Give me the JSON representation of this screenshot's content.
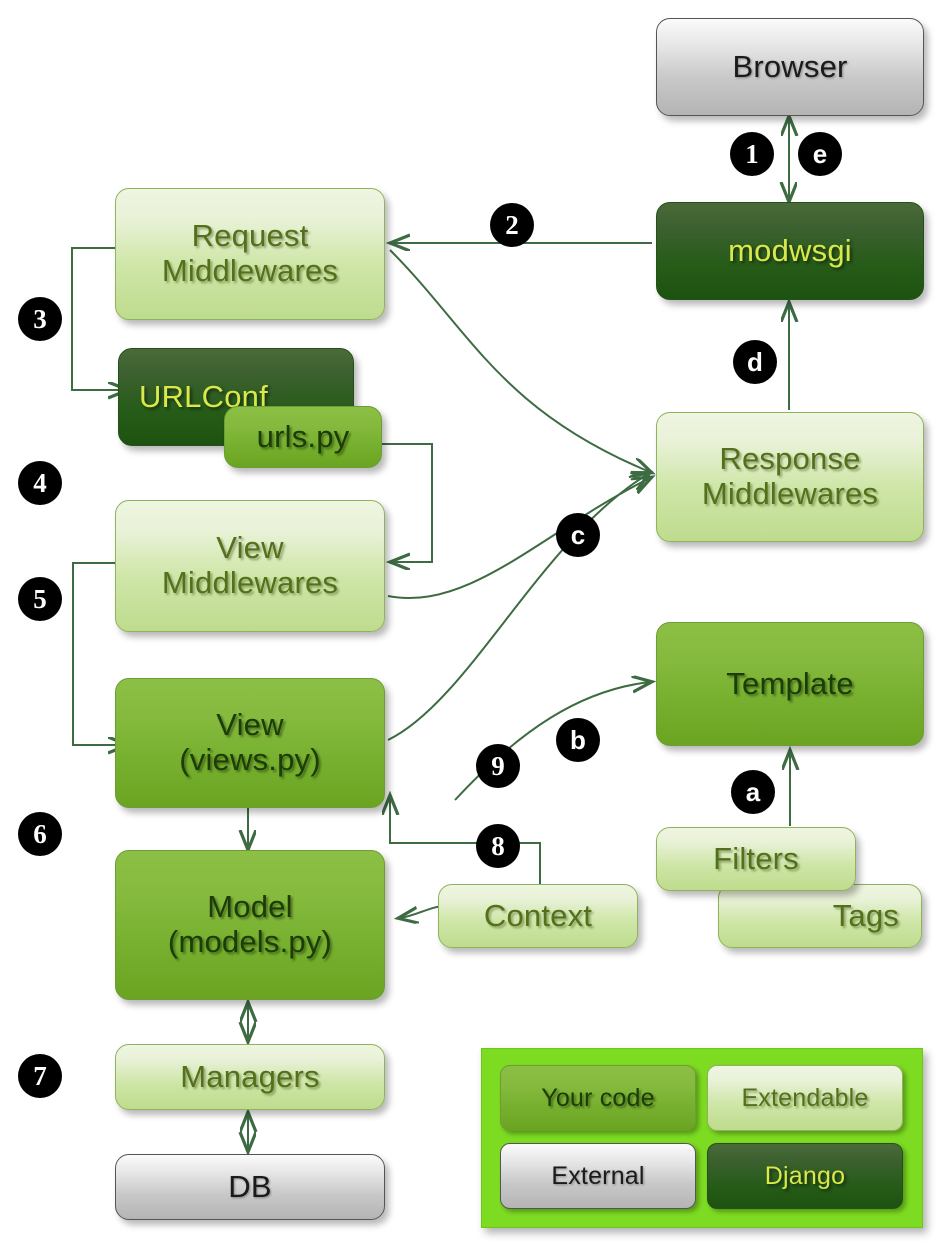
{
  "diagram": {
    "title": "Django request/response flow",
    "colors": {
      "extendable": "#cfe6a8",
      "your_code": "#7bb431",
      "django": "#265c18",
      "external": "#d2d2d2",
      "legend_background": "#7ddb21",
      "arrow": "#3d6b42",
      "marker_background": "#000000",
      "marker_text": "#ffffff",
      "django_text": "#d9e84a",
      "extendable_text": "#53701a",
      "your_code_text": "#1d3c06"
    },
    "nodes": [
      {
        "id": "browser",
        "label": "Browser",
        "kind": "external"
      },
      {
        "id": "modwsgi",
        "label": "modwsgi",
        "kind": "django"
      },
      {
        "id": "request-middlewares",
        "label": "Request\nMiddlewares",
        "kind": "extendable"
      },
      {
        "id": "urlconf",
        "label": "URLConf",
        "kind": "django"
      },
      {
        "id": "urlspy",
        "label": "urls.py",
        "kind": "your_code"
      },
      {
        "id": "view-middlewares",
        "label": "View\nMiddlewares",
        "kind": "extendable"
      },
      {
        "id": "view",
        "label": "View\n(views.py)",
        "kind": "your_code"
      },
      {
        "id": "model",
        "label": "Model\n(models.py)",
        "kind": "your_code"
      },
      {
        "id": "managers",
        "label": "Managers",
        "kind": "extendable"
      },
      {
        "id": "db",
        "label": "DB",
        "kind": "external"
      },
      {
        "id": "response-middlewares",
        "label": "Response\nMiddlewares",
        "kind": "extendable"
      },
      {
        "id": "template",
        "label": "Template",
        "kind": "your_code"
      },
      {
        "id": "filters",
        "label": "Filters",
        "kind": "extendable"
      },
      {
        "id": "tags",
        "label": "Tags",
        "kind": "extendable"
      },
      {
        "id": "context",
        "label": "Context",
        "kind": "extendable"
      }
    ],
    "node_labels": {
      "browser": "Browser",
      "modwsgi": "modwsgi",
      "request_middlewares_line1": "Request",
      "request_middlewares_line2": "Middlewares",
      "urlconf": "URLConf",
      "urlspy": "urls.py",
      "view_middlewares_line1": "View",
      "view_middlewares_line2": "Middlewares",
      "view_line1": "View",
      "view_line2": "(views.py)",
      "model_line1": "Model",
      "model_line2": "(models.py)",
      "managers": "Managers",
      "db": "DB",
      "response_middlewares_line1": "Response",
      "response_middlewares_line2": "Middlewares",
      "template": "Template",
      "filters": "Filters",
      "tags": "Tags",
      "context": "Context"
    },
    "markers": [
      {
        "id": "m1",
        "label": "1"
      },
      {
        "id": "m2",
        "label": "2"
      },
      {
        "id": "m3",
        "label": "3"
      },
      {
        "id": "m4",
        "label": "4"
      },
      {
        "id": "m5",
        "label": "5"
      },
      {
        "id": "m6",
        "label": "6"
      },
      {
        "id": "m7",
        "label": "7"
      },
      {
        "id": "m8",
        "label": "8"
      },
      {
        "id": "m9",
        "label": "9"
      },
      {
        "id": "ma",
        "label": "a"
      },
      {
        "id": "mb",
        "label": "b"
      },
      {
        "id": "mc",
        "label": "c"
      },
      {
        "id": "md",
        "label": "d"
      },
      {
        "id": "me",
        "label": "e"
      }
    ],
    "legend": {
      "items": [
        {
          "id": "your-code",
          "label": "Your code",
          "kind": "your_code"
        },
        {
          "id": "extendable",
          "label": "Extendable",
          "kind": "extendable"
        },
        {
          "id": "external",
          "label": "External",
          "kind": "external"
        },
        {
          "id": "django",
          "label": "Django",
          "kind": "django"
        }
      ]
    }
  }
}
